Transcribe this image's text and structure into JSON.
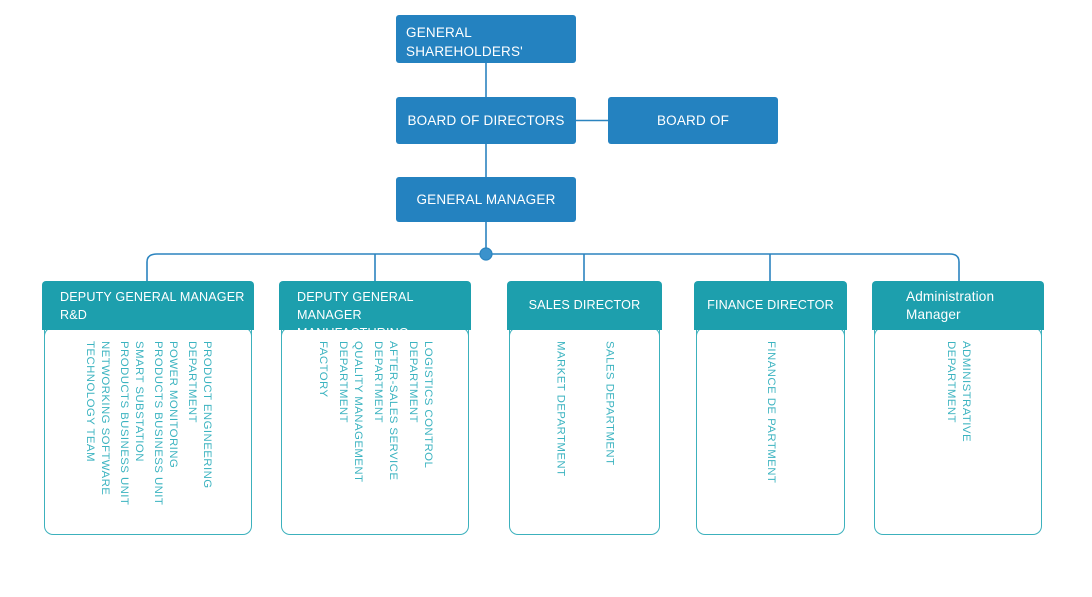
{
  "colors": {
    "blue": "#2482c0",
    "teal": "#1d9fad",
    "teal_text": "#3bb3c0",
    "teal_border": "#3cb1bd",
    "connector": "#2b84bf",
    "white": "#ffffff"
  },
  "top": {
    "shareholders": "GENERAL SHAREHOLDERS'\nMEETING",
    "board_of_directors": "BOARD OF DIRECTORS",
    "board_of_supervisors": "BOARD OF SUPERVISORS",
    "general_manager": "GENERAL MANAGER"
  },
  "divisions": [
    {
      "id": "rd",
      "header": "DEPUTY GENERAL MANAGER\nR&D",
      "units": [
        "PRODUCT  ENGINEERING\nDEPARTMENT",
        "POWER  MONITORING\nPRODUCTS  BUSINESS  UNIT",
        "SMART  SUBSTATION\nPRODUCTS  BUSINESS  UNIT",
        "NETWORKING SOFTWARE\nTECHNOLOGY  TEAM"
      ]
    },
    {
      "id": "mfg",
      "header": "DEPUTY GENERAL MANAGER\nMANUFACTURING",
      "units": [
        "LOGISTICS  CONTROL\nDEPARTMENT",
        "AFTER-SALES  SERVICE\nDEPARTMENT",
        "QUALITY MANAGEMENT\nDEPARTMENT",
        "FACTORY"
      ]
    },
    {
      "id": "sales",
      "header": "SALES DIRECTOR",
      "units": [
        "SALES DEPARTMENT",
        "MARKET   DEPARTMENT"
      ]
    },
    {
      "id": "finance",
      "header": "FINANCE DIRECTOR",
      "units": [
        "FINANCE DE  PARTMENT"
      ]
    },
    {
      "id": "admin",
      "header": "Administration\nManager",
      "units": [
        "ADMINISTRATIVE\nDEPARTMENT"
      ]
    }
  ]
}
